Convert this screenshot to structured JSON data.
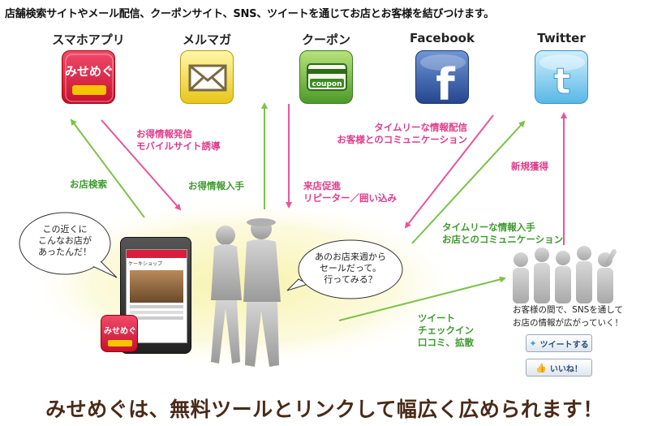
{
  "header": {
    "text": "店舗検索サイトやメール配信、クーポンサイト、SNS、ツイートを通じてお店とお客様を結びつけます。"
  },
  "services": [
    {
      "label": "スマホアプリ",
      "icon": "misemegu-app-icon",
      "tile_text": "みせめぐ"
    },
    {
      "label": "メルマガ",
      "icon": "envelope-icon"
    },
    {
      "label": "クーポン",
      "icon": "coupon-card-icon",
      "tile_text": "coupon"
    },
    {
      "label": "Facebook",
      "icon": "facebook-icon",
      "tile_text": "f"
    },
    {
      "label": "Twitter",
      "icon": "twitter-bird-icon",
      "tile_text": "t"
    }
  ],
  "arrows": {
    "app_down": "お得情報発信\nモバイルサイト誘導",
    "app_up": "お店検索",
    "mail_up": "お得情報入手",
    "coupon_down": "来店促進\nリピーター／囲い込み",
    "facebook_down": "タイムリーな情報配信\nお客様とのコミュニケーション",
    "facebook_up": "タイムリーな情報入手\nお店とのコミュニケーション",
    "twitter_up": "新規獲得",
    "crowd_in": "ツイート\nチェックイン\n口コミ、拡散"
  },
  "bubbles": {
    "left": "この近くに\nこんなお店が\nあったんだ！",
    "right": "あのお店来週から\nセールだって。\n行ってみる？"
  },
  "phone": {
    "app_name": "みせめぐ",
    "screen_title": "ケーキショップ"
  },
  "crowd": {
    "caption": "お客様の間で、SNSを通して\nお店の情報が広がっていく！",
    "tweet_button": "ツイートする",
    "like_button": "いいね！"
  },
  "footer": {
    "text": "みせめぐは、無料ツールとリンクして幅広く広められます！"
  },
  "colors": {
    "pink_arrow": "#e8559a",
    "green_arrow": "#7cc24a",
    "footer_text": "#4a2a18"
  }
}
